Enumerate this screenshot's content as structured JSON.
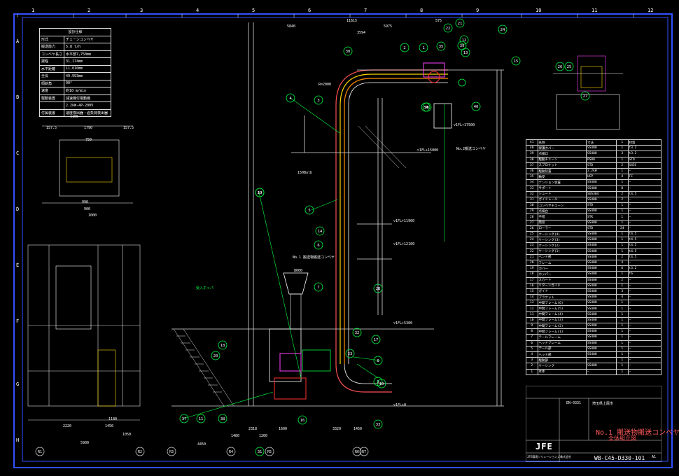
{
  "ruler_top": [
    "1",
    "2",
    "3",
    "4",
    "5",
    "6",
    "7",
    "8",
    "9",
    "10",
    "11",
    "12"
  ],
  "ruler_side": [
    "A",
    "B",
    "C",
    "D",
    "E",
    "F",
    "G",
    "H"
  ],
  "spec": {
    "title": "設計仕様",
    "rows": [
      [
        "形式",
        "チェーンコンベヤ"
      ],
      [
        "搬送能力",
        "5.8 t/h"
      ],
      [
        "コンベヤ長さ",
        "水平部7,750mm"
      ],
      [
        "揚程",
        "31,174mm"
      ],
      [
        "水平距離",
        "11,010mm"
      ],
      [
        "全長",
        "49,993mm"
      ],
      [
        "傾斜角",
        "90°"
      ],
      [
        "速度",
        "約10 m/min"
      ],
      [
        "駆動装置",
        "減速機付電動機"
      ],
      [
        "",
        "2.2kW-4P-200V"
      ],
      [
        "付属装置",
        "速度検出器・過負荷検出器"
      ]
    ]
  },
  "dims": {
    "d1": "5840",
    "d2": "11615",
    "d3": "3594",
    "d4": "5975",
    "d5": "575",
    "w1": "1105",
    "w2": "157.5",
    "w3": "1790",
    "w4": "157.5",
    "w5": "750",
    "w6": "1000",
    "w7": "996",
    "w8": "900",
    "b1": "2220",
    "b2": "1450",
    "b3": "5900",
    "b4": "1050",
    "b5": "1180",
    "c1": "2318",
    "c2": "1600",
    "c3": "3320",
    "c4": "1450",
    "c5": "1480",
    "c6": "1200",
    "c7": "4450",
    "c8": "8000",
    "lv1": "▽1FL+17500",
    "lv2": "▽1FL+15000",
    "lv3": "▽1FL+11900",
    "lv4": "▽1FL+12100",
    "lv5": "▽1FL+5300",
    "lv6": "▽1FL±0",
    "r1": "R=2000",
    "r2": "150Bulb",
    "n1": "No.1 搬送物搬送コンベヤ",
    "n2": "No.2搬送コンベヤ",
    "n3": "受入ホッパ"
  },
  "parts": [
    [
      "41",
      "名称",
      "寸法",
      "1",
      "材質"
    ],
    [
      "40",
      "保護カバー",
      "SS400",
      "1",
      "t3.2"
    ],
    [
      "39",
      "点検口",
      "SS400",
      "3",
      "t3.2"
    ],
    [
      "38",
      "駆動チェーン",
      "RS80",
      "1",
      "STD"
    ],
    [
      "37",
      "スプロケット",
      "STD",
      "2",
      "S45C"
    ],
    [
      "36",
      "駆動装置",
      "2.2kW",
      "1",
      "—"
    ],
    [
      "35",
      "軸受",
      "UCP",
      "4",
      "FC"
    ],
    [
      "34",
      "テンション装置",
      "SS400",
      "1",
      "—"
    ],
    [
      "33",
      "サポート",
      "SS400",
      "8",
      "—"
    ],
    [
      "32",
      "シュート",
      "SUS304",
      "2",
      "t4.5"
    ],
    [
      "31",
      "ガイドレール",
      "SS400",
      "2",
      "—"
    ],
    [
      "30",
      "コンベヤチェーン",
      "STD",
      "1",
      "—"
    ],
    [
      "29",
      "点検台",
      "SS400",
      "1",
      "—"
    ],
    [
      "28",
      "手摺",
      "STK",
      "1",
      "—"
    ],
    [
      "27",
      "階段",
      "SS400",
      "1",
      "—"
    ],
    [
      "26",
      "ローラー",
      "STD",
      "24",
      "—"
    ],
    [
      "25",
      "ケーシング(4)",
      "SS400",
      "1",
      "t4.5"
    ],
    [
      "24",
      "ケーシング(3)",
      "SS400",
      "1",
      "t4.5"
    ],
    [
      "23",
      "ケーシング(2)",
      "SS400",
      "1",
      "t4.5"
    ],
    [
      "22",
      "ケーシング(1)",
      "SS400",
      "1",
      "t4.5"
    ],
    [
      "21",
      "ベンド部",
      "SS400",
      "2",
      "t4.5"
    ],
    [
      "20",
      "フレーム",
      "SS400",
      "4",
      "—"
    ],
    [
      "19",
      "カバー",
      "SS400",
      "6",
      "t3.2"
    ],
    [
      "18",
      "ホッパー",
      "SS400",
      "1",
      "t6"
    ],
    [
      "17",
      "スカート",
      "SS400",
      "2",
      "—"
    ],
    [
      "16",
      "リターンガイド",
      "SS400",
      "1",
      "—"
    ],
    [
      "15",
      "ガイド",
      "SS400",
      "3",
      "—"
    ],
    [
      "14",
      "ブラケット",
      "SS400",
      "4",
      "—"
    ],
    [
      "13",
      "中間フレーム(6)",
      "SS400",
      "1",
      "—"
    ],
    [
      "12",
      "中間フレーム(5)",
      "SS400",
      "1",
      "—"
    ],
    [
      "11",
      "中間フレーム(4)",
      "SS400",
      "1",
      "—"
    ],
    [
      "10",
      "中間フレーム(3)",
      "SS400",
      "1",
      "—"
    ],
    [
      "9",
      "中間フレーム(2)",
      "SS400",
      "1",
      "—"
    ],
    [
      "8",
      "中間フレーム(1)",
      "SS400",
      "1",
      "—"
    ],
    [
      "7",
      "テールフレーム",
      "SS400",
      "1",
      "—"
    ],
    [
      "6",
      "ヘッドフレーム",
      "SS400",
      "1",
      "—"
    ],
    [
      "5",
      "テール部",
      "SS400",
      "1",
      "—"
    ],
    [
      "4",
      "ヘッド部",
      "SS400",
      "1",
      "—"
    ],
    [
      "3",
      "駆動部",
      "—",
      "1",
      "—"
    ],
    [
      "2",
      "ケーシング",
      "SS400",
      "1",
      "—"
    ],
    [
      "1",
      "本体",
      "—",
      "1",
      "—"
    ]
  ],
  "title_block": {
    "doc_no": "EN-0331",
    "project": "埼玉県上尾市",
    "drawing_title": "No.1 搬送物搬送コンベヤ",
    "drawing_sub": "全体組立図",
    "drawing_no": "WB-C45-D330-101",
    "company": "JFE",
    "company_full": "JFE環境ソリューションズ株式会社",
    "rev": "A1"
  },
  "balloons": [
    "1",
    "2",
    "3",
    "4",
    "5",
    "6",
    "7",
    "8",
    "9",
    "10",
    "11",
    "12",
    "13",
    "14",
    "15",
    "16",
    "17",
    "18",
    "19",
    "20",
    "21",
    "22",
    "23",
    "24",
    "25",
    "26",
    "27",
    "28",
    "29",
    "30",
    "31",
    "32",
    "33",
    "34",
    "35",
    "36",
    "37",
    "38",
    "39",
    "40"
  ],
  "grid_labels": [
    "R1",
    "R2",
    "R3",
    "R4",
    "R5",
    "R6",
    "R7"
  ]
}
